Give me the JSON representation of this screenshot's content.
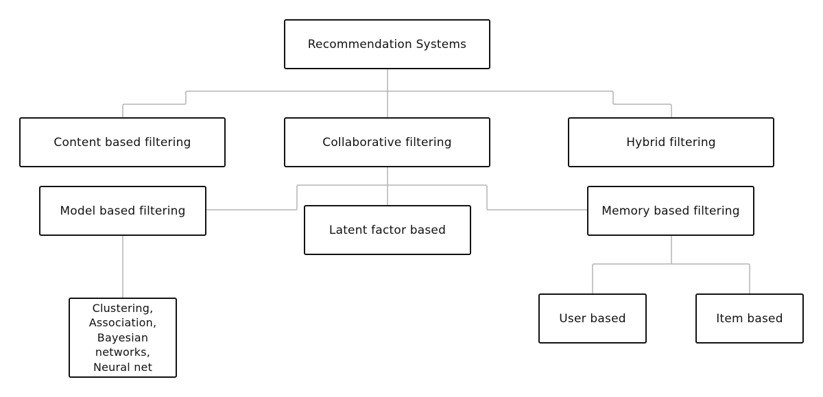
{
  "diagram": {
    "root": {
      "label": "Recommendation Systems"
    },
    "level1": {
      "content": {
        "label": "Content based filtering"
      },
      "collaborative": {
        "label": "Collaborative filtering"
      },
      "hybrid": {
        "label": "Hybrid filtering"
      }
    },
    "level2": {
      "model": {
        "label": "Model based filtering"
      },
      "latent": {
        "label": "Latent factor based"
      },
      "memory": {
        "label": "Memory based filtering"
      }
    },
    "level3": {
      "model_methods": {
        "lines": [
          "Clustering,",
          "Association,",
          "Bayesian",
          "networks,",
          "Neural net"
        ]
      },
      "user": {
        "label": "User based"
      },
      "item": {
        "label": "Item based"
      }
    },
    "colors": {
      "border": "#111111",
      "connector": "#b3b3b3",
      "background": "#ffffff"
    }
  }
}
